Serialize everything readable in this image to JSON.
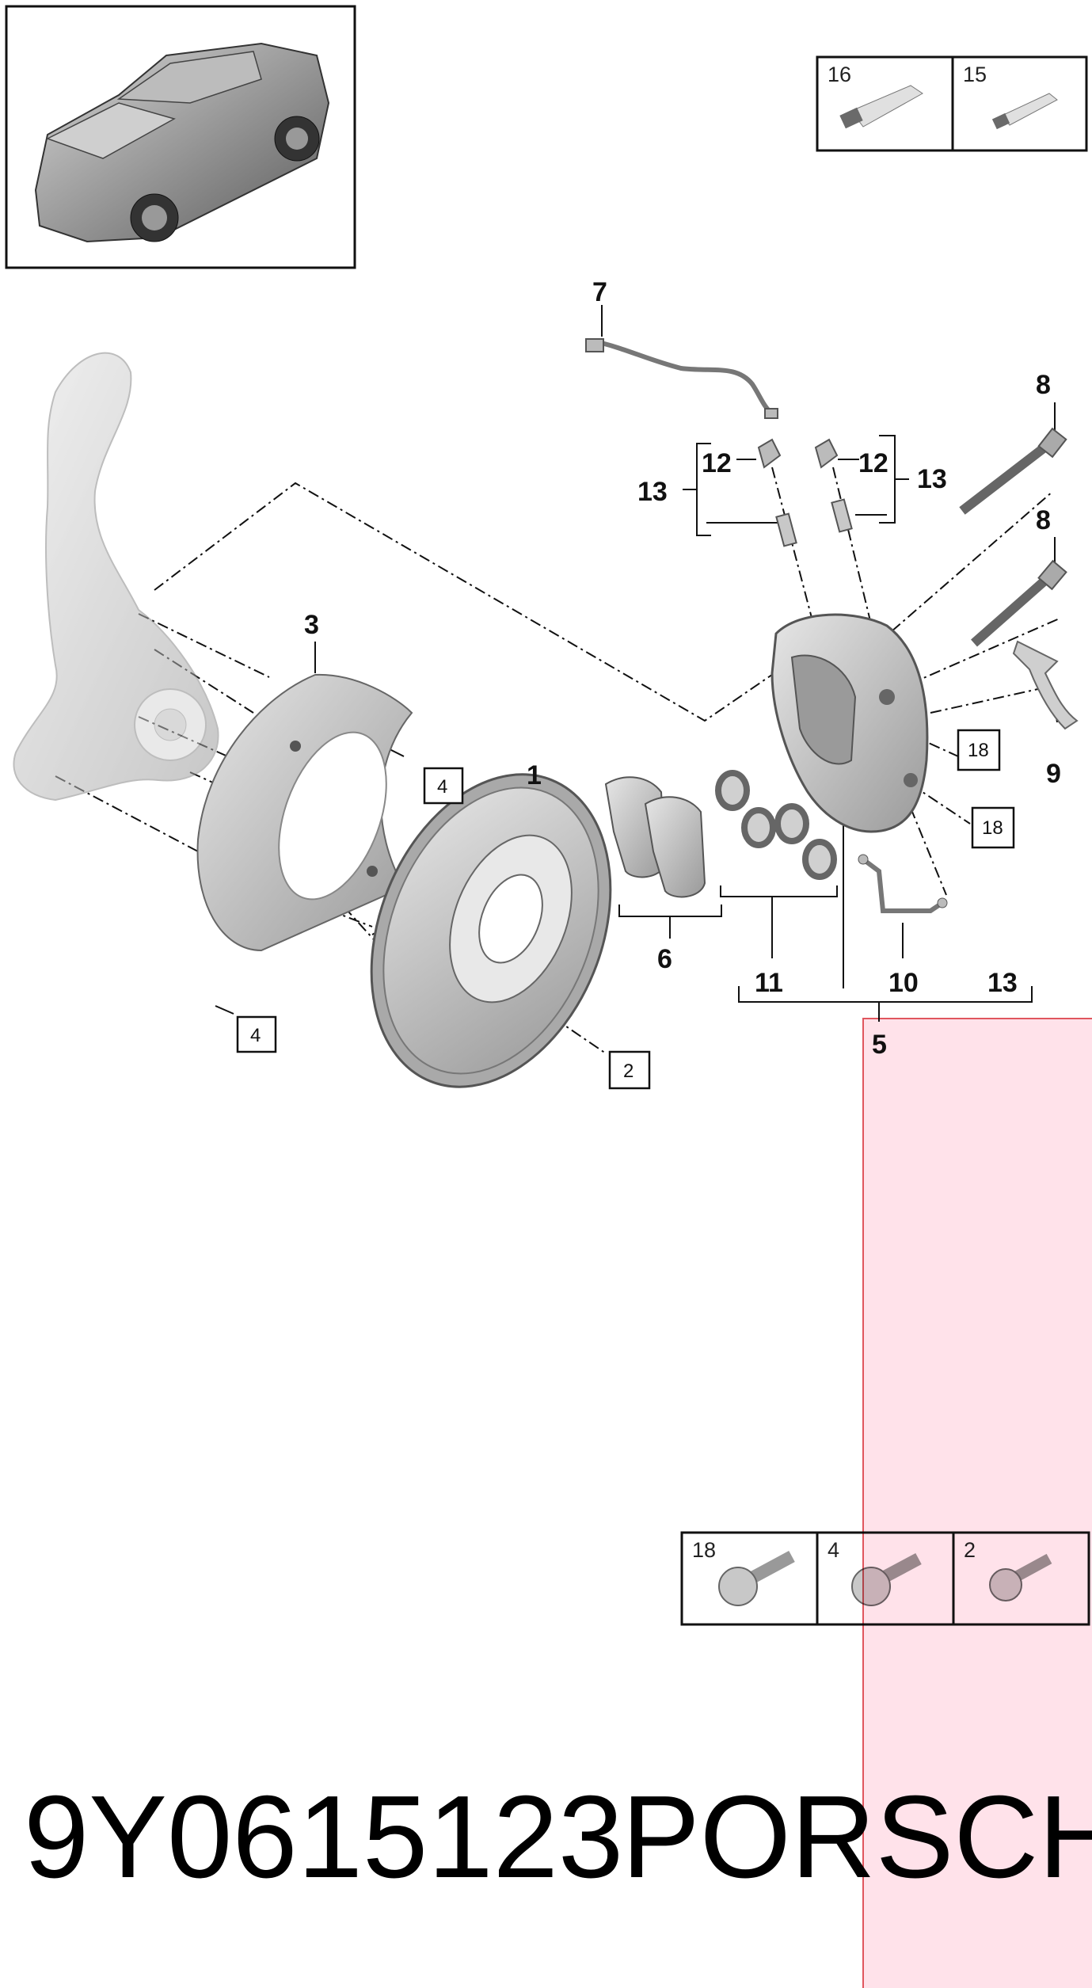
{
  "callouts": {
    "c1": "1",
    "c3": "3",
    "c5": "5",
    "c6": "6",
    "c7": "7",
    "c8a": "8",
    "c8b": "8",
    "c9": "9",
    "c10": "10",
    "c11": "11",
    "c12a": "12",
    "c12b": "12",
    "c13a": "13",
    "c13b": "13",
    "c13c": "13"
  },
  "boxed_refs": {
    "b4a": "4",
    "b4b": "4",
    "b2": "2",
    "b18a": "18",
    "b18b": "18"
  },
  "top_panels": {
    "p16": "16",
    "p15": "15"
  },
  "bottom_panels": {
    "p18": "18",
    "p4": "4",
    "p2": "2"
  },
  "footer": {
    "part_number": "9Y0615123",
    "brand": "PORSCHE"
  },
  "colors": {
    "line": "#111111",
    "part_fill": "#cfcfcf",
    "part_dark": "#8f8f8f",
    "highlight": "#ffdde6",
    "highlight_border": "#e0565e"
  },
  "icons": [
    "vehicle-thumbnail",
    "grease-tube-icon",
    "bolt-icon",
    "brake-disc",
    "brake-caliper",
    "brake-pads",
    "splash-shield",
    "wheel-hub-knuckle",
    "wear-sensor",
    "brake-line"
  ]
}
